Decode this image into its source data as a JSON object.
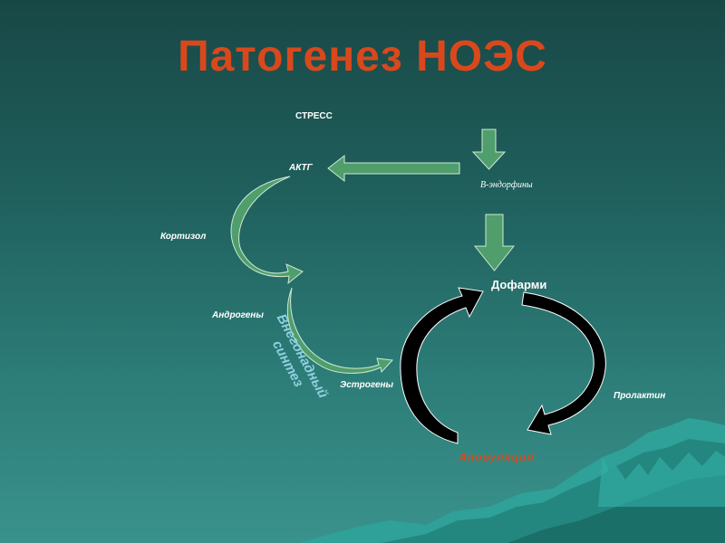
{
  "title": "Патогенез НОЭС",
  "labels": {
    "stress": "СТРЕСС",
    "actg": "АКТГ",
    "beta_endorphins": "B-эндорфины",
    "cortisol": "Кортизол",
    "androgens": "Андрогены",
    "estrogens": "Эстрогены",
    "dopamine": "Дофарми",
    "prolactin": "Пролактин",
    "anovulation": "Ановуляция",
    "extragonadal": "Внегонадный синтез"
  },
  "colors": {
    "title": "#d9481c",
    "green_arrow": "#4f9e6c",
    "black_arrow": "#000000",
    "background": "#1f5f5c"
  }
}
